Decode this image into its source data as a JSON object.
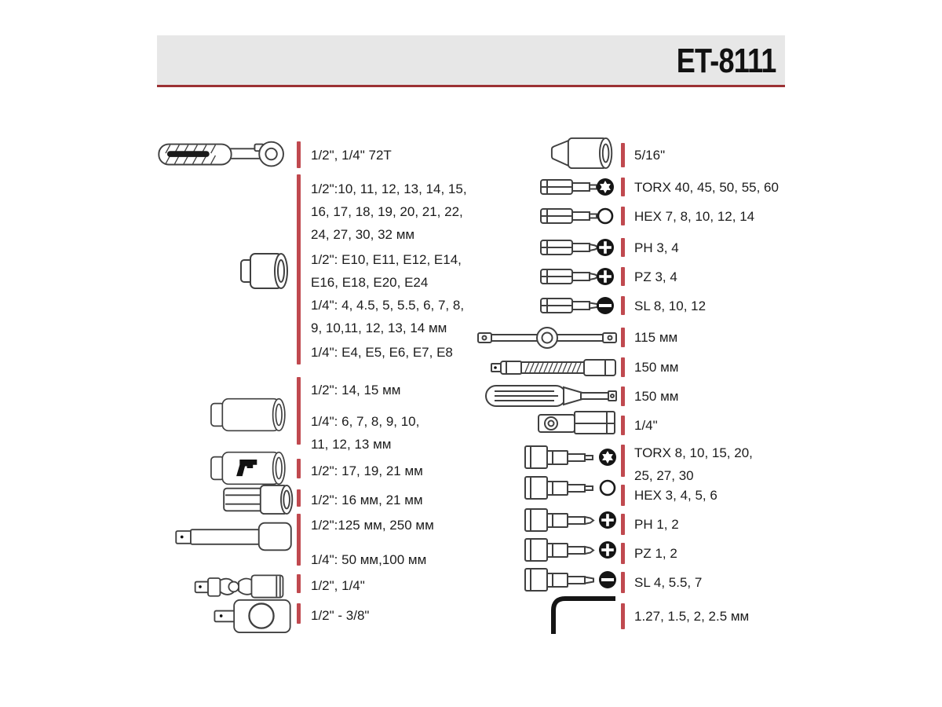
{
  "header": {
    "title": "ET-8111"
  },
  "colors": {
    "header_bg": "#e7e7e7",
    "rule": "#9c3134",
    "bar": "#c0494f",
    "text": "#1c1c1c"
  },
  "left_items": [
    {
      "icon": "ratchet-icon",
      "label": "1/2\", 1/4\" 72T"
    },
    {
      "icon": null,
      "label": "1/2\":10, 11, 12, 13, 14, 15,\n16, 17, 18, 19, 20, 21, 22,\n24, 27, 30, 32 мм"
    },
    {
      "icon": "socket-icon",
      "label": "1/2\": E10, E11, E12, E14,\nE16, E18, E20, E24"
    },
    {
      "icon": null,
      "label": "1/4\": 4, 4.5, 5, 5.5, 6, 7, 8,\n9, 10,11, 12, 13, 14 мм"
    },
    {
      "icon": null,
      "label": "1/4\": E4, E5, E6, E7, E8"
    },
    {
      "icon": null,
      "label": "1/2\": 14, 15 мм"
    },
    {
      "icon": "deep-socket-icon",
      "label": "1/4\": 6, 7, 8, 9, 10,\n11, 12, 13 мм"
    },
    {
      "icon": "spark-plug-socket-icon",
      "label": "1/2\": 17, 19, 21 мм"
    },
    {
      "icon": "hex-socket-icon",
      "label": "1/2\": 16 мм, 21 мм"
    },
    {
      "icon": "extension-bar-icon",
      "label": "1/2\":125 мм, 250 мм"
    },
    {
      "icon": null,
      "label": "1/4\": 50 мм,100 мм"
    },
    {
      "icon": "universal-joint-icon",
      "label": "1/2\", 1/4\""
    },
    {
      "icon": "square-adapter-icon",
      "label": "1/2\" - 3/8\""
    }
  ],
  "right_items": [
    {
      "icon": "taper-socket-icon",
      "label": "5/16\""
    },
    {
      "icon": "torx-bit-icon",
      "label": "TORX 40, 45, 50, 55, 60"
    },
    {
      "icon": "hex-bit-icon",
      "label": "HEX 7, 8, 10, 12, 14"
    },
    {
      "icon": "ph-bit-icon",
      "label": "PH 3, 4"
    },
    {
      "icon": "pz-bit-icon",
      "label": "PZ 3, 4"
    },
    {
      "icon": "sl-bit-icon",
      "label": "SL 8, 10, 12"
    },
    {
      "icon": "t-bar-icon",
      "label": "115 мм"
    },
    {
      "icon": "flex-extension-icon",
      "label": "150 мм"
    },
    {
      "icon": "screwdriver-handle-icon",
      "label": "150 мм"
    },
    {
      "icon": "bit-adapter-icon",
      "label": "1/4\""
    },
    {
      "icon": "torx-bit-socket-icon",
      "label": "TORX 8, 10, 15, 20,\n25, 27, 30"
    },
    {
      "icon": "hex-bit-socket-icon",
      "label": "HEX 3, 4, 5, 6"
    },
    {
      "icon": "ph-bit-socket-icon",
      "label": "PH 1, 2"
    },
    {
      "icon": "pz-bit-socket-icon",
      "label": "PZ 1, 2"
    },
    {
      "icon": "sl-bit-socket-icon",
      "label": "SL 4, 5.5, 7"
    },
    {
      "icon": "hex-key-icon",
      "label": "1.27, 1.5, 2, 2.5 мм"
    }
  ]
}
